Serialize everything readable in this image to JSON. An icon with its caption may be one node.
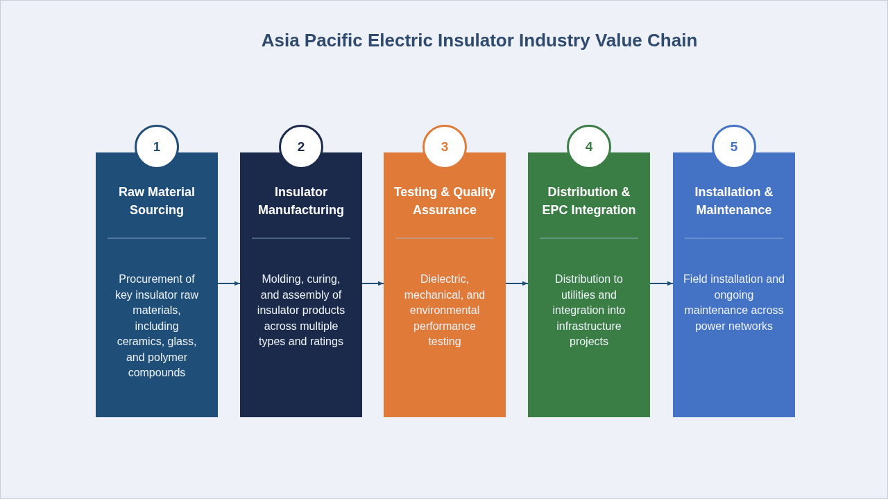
{
  "diagram": {
    "title": "Asia Pacific Electric Insulator Industry Value Chain",
    "nodes": [
      {
        "text": [
          "1"
        ]
      },
      {
        "text": [
          "Raw Material Sourcing",
          "Procurement of key insulator raw materials, including ceramics, glass, and polymer compounds"
        ]
      },
      {
        "text": [
          "2"
        ]
      },
      {
        "text": [
          "Insulator Manufacturing",
          "Molding, curing, and assembly of insulator products across multiple types and ratings"
        ]
      },
      {
        "text": [
          "3"
        ]
      },
      {
        "text": [
          "Testing & Quality Assurance",
          "Dielectric, mechanical, and environmental performance testing"
        ]
      },
      {
        "text": [
          "4"
        ]
      },
      {
        "text": [
          "Distribution & EPC Integration",
          "Distribution to utilities and integration into infrastructure projects"
        ]
      },
      {
        "text": [
          "5"
        ]
      },
      {
        "text": [
          "Installation & Maintenance",
          "Field installation and ongoing maintenance across power networks"
        ]
      }
    ],
    "edges": [
      {
        "from": 1,
        "to": 3,
        "arrow": "to"
      },
      {
        "from": 3,
        "to": 5,
        "arrow": "to"
      },
      {
        "from": 5,
        "to": 7,
        "arrow": "to"
      },
      {
        "from": 7,
        "to": 9,
        "arrow": "to"
      }
    ]
  }
}
